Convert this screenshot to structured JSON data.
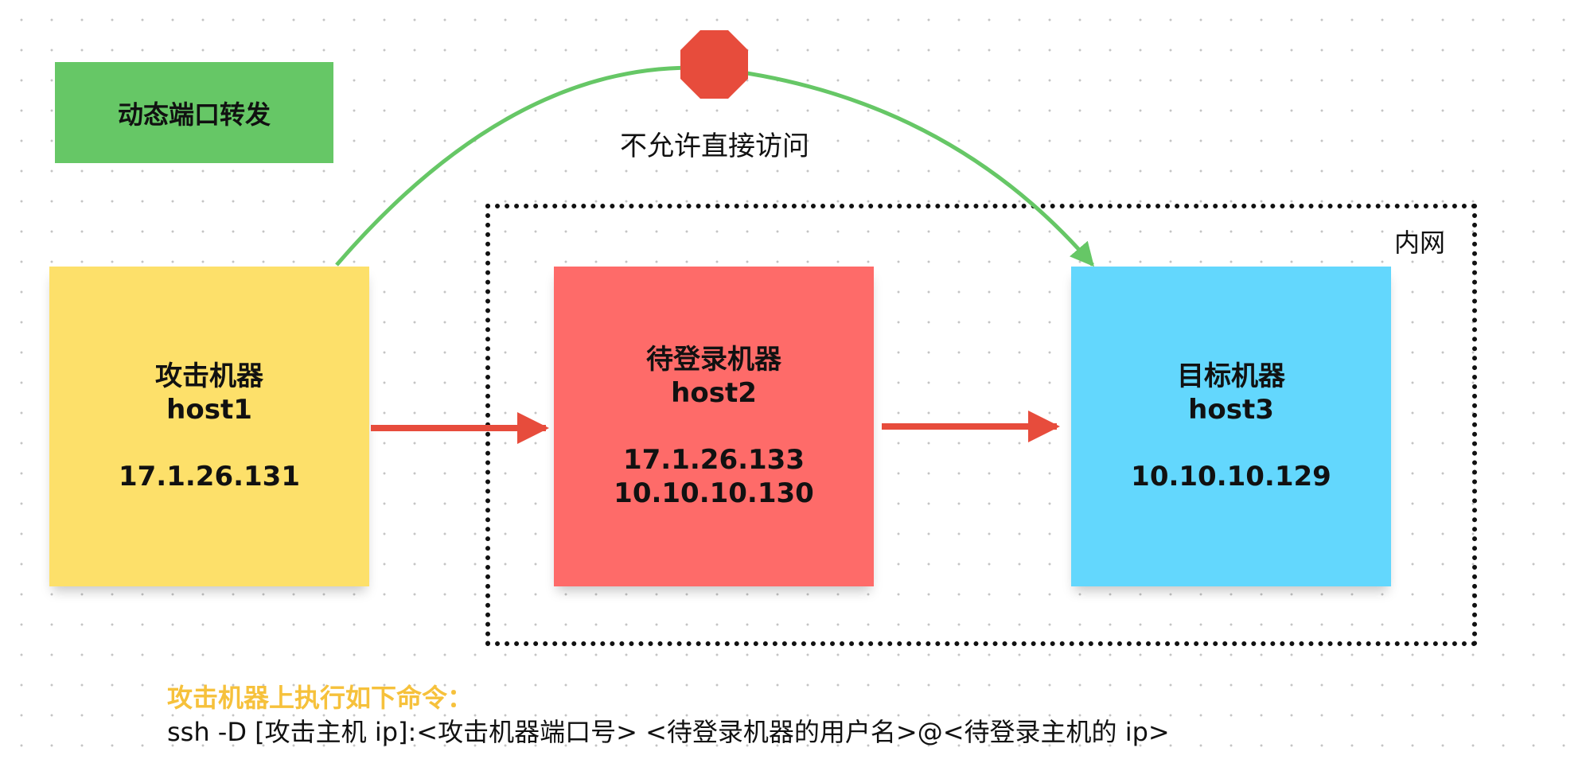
{
  "title": "动态端口转发",
  "blocked_label": "不允许直接访问",
  "intranet": {
    "label": "内网"
  },
  "nodes": {
    "attacker": {
      "name": "攻击机器",
      "host": "host1",
      "ip1": "17.1.26.131"
    },
    "jump": {
      "name": "待登录机器",
      "host": "host2",
      "ip1": "17.1.26.133",
      "ip2": "10.10.10.130"
    },
    "target": {
      "name": "目标机器",
      "host": "host3",
      "ip1": "10.10.10.129"
    }
  },
  "command": {
    "heading": "攻击机器上执行如下命令：",
    "text": "ssh -D [攻击主机 ip]:<攻击机器端口号> <待登录机器的用户名>@<待登录主机的 ip>"
  },
  "colors": {
    "title_bg": "#66c766",
    "attacker_bg": "#fde06a",
    "jump_bg": "#fe6b69",
    "target_bg": "#63d7fd",
    "arrow_red": "#e74c3c",
    "arc_green": "#66c766",
    "stop_sign": "#e74c3c",
    "heading_yellow": "#f6c13b"
  }
}
